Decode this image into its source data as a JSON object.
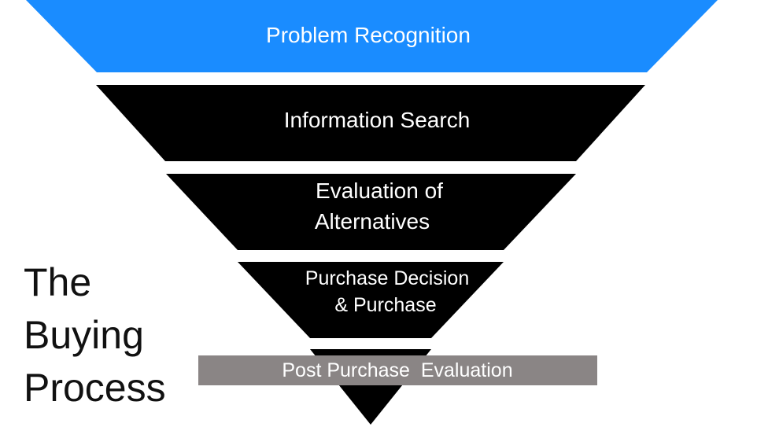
{
  "title_lines": [
    "The",
    "Buying",
    "Process"
  ],
  "stages": [
    {
      "lines": [
        "Problem Recognition"
      ],
      "color": "#1a8cff"
    },
    {
      "lines": [
        "Information Search"
      ],
      "color": "#000000"
    },
    {
      "lines": [
        "Evaluation of",
        "Alternatives"
      ],
      "color": "#000000"
    },
    {
      "lines": [
        "Purchase Decision",
        "& Purchase"
      ],
      "color": "#000000"
    },
    {
      "lines": [
        "Post Purchase  Evaluation"
      ],
      "color": "#000000",
      "band_color": "#8a8585"
    }
  ]
}
